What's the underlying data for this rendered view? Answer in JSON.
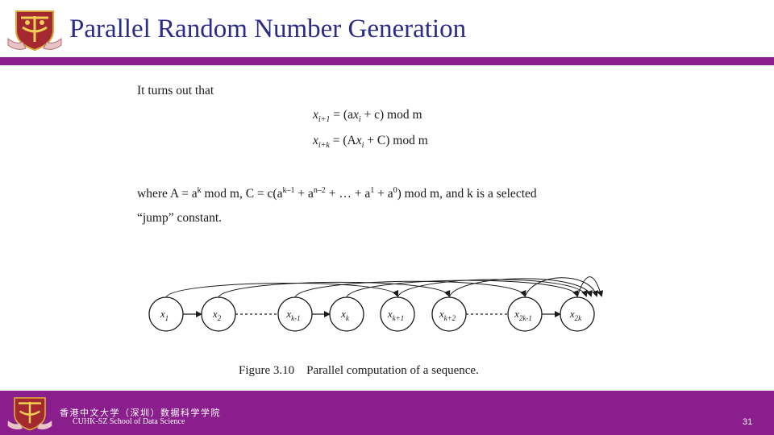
{
  "header": {
    "title": "Parallel Random Number Generation"
  },
  "body": {
    "intro": "It turns out that",
    "eq1": {
      "lhs": "x",
      "lhs_sub": "i+1",
      "op": " = (a",
      "x": "x",
      "x_sub": "i",
      "rest": " + c) mod m"
    },
    "eq2": {
      "lhs": "x",
      "lhs_sub": "i+k",
      "op": " = (A",
      "x": "x",
      "x_sub": "i",
      "rest": " + C) mod m"
    },
    "where_line1_a": "where A = a",
    "where_line1_k": "k",
    "where_line1_b": " mod m, C = c(a",
    "where_line1_k1": "k–1",
    "where_line1_c": " + a",
    "where_line1_n2": "n–2",
    "where_line1_d": " + … + a",
    "where_line1_1": "1",
    "where_line1_e": " + a",
    "where_line1_0": "0",
    "where_line1_f": ") mod m, and k is a selected",
    "where_line2": "“jump” constant."
  },
  "diagram": {
    "nodes": [
      {
        "base": "x",
        "sub": "1"
      },
      {
        "base": "x",
        "sub": "2"
      },
      {
        "base": "x",
        "sub": "k-1"
      },
      {
        "base": "x",
        "sub": "k"
      },
      {
        "base": "x",
        "sub": "k+1"
      },
      {
        "base": "x",
        "sub": "k+2"
      },
      {
        "base": "x",
        "sub": "2k-1"
      },
      {
        "base": "x",
        "sub": "2k"
      }
    ],
    "caption_label": "Figure 3.10",
    "caption_text": "Parallel computation of a sequence."
  },
  "footer": {
    "school_cn": "香港中文大学（深圳）数据科学学院",
    "school_en": "CUHK-SZ School of Data Science",
    "page_number": "31"
  },
  "colors": {
    "accent": "#8a1e8c",
    "title": "#2b2b8a"
  }
}
